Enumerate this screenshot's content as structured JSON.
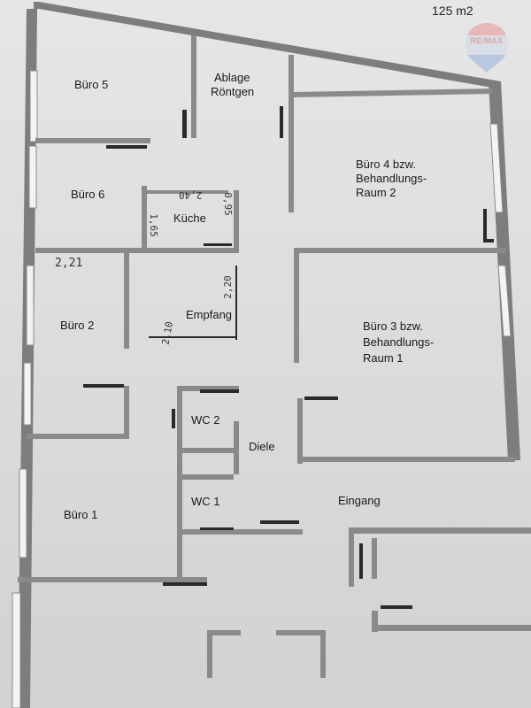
{
  "area_label": "125 m2",
  "logo": {
    "text": "RE/MAX",
    "color_red": "#e7b8b8",
    "color_blue": "#b9c8df"
  },
  "rooms": {
    "buero5": "Büro 5",
    "ablage_line1": "Ablage",
    "ablage_line2": "Röntgen",
    "buero4_line1": "Büro 4 bzw.",
    "buero4_line2": "Behandlungs-",
    "buero4_line3": "Raum 2",
    "buero6": "Büro 6",
    "kueche": "Küche",
    "buero2": "Büro  2",
    "empfang": "Empfang",
    "buero3_line1": "Büro 3 bzw.",
    "buero3_line2": "Behandlungs-",
    "buero3_line3": "Raum 1",
    "wc2": "WC 2",
    "diele": "Diele",
    "wc1": "WC 1",
    "eingang": "Eingang",
    "buero1": "Büro 1"
  },
  "handwritten": {
    "kueche_top": "2,40",
    "kueche_right": "0,95",
    "kueche_left": "1,65",
    "buero2_top": "2,21",
    "empfang_right": "2,20",
    "empfang_left": "2,10"
  },
  "colors": {
    "wall": "#7d7d7d",
    "wall_dark": "#2a2a2a",
    "window": "#f3f3f3"
  }
}
